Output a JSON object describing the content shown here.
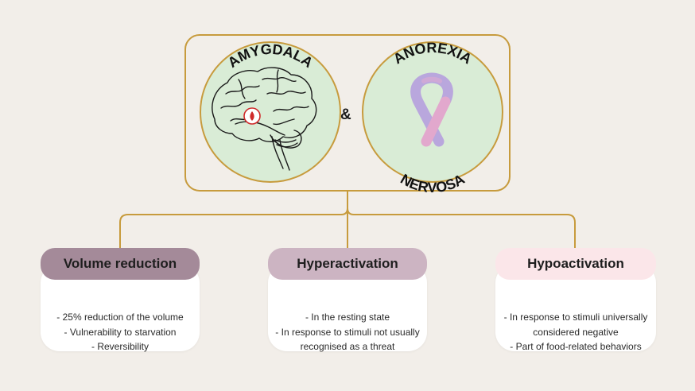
{
  "top_panel": {
    "left_circle_label": "AMYGDALA",
    "right_circle_label_top": "ANOREXIA",
    "right_circle_label_bottom": "NERVOSA",
    "connector": "&"
  },
  "colors": {
    "background": "#f2eee9",
    "gold_border": "#c79b3d",
    "circle_fill": "#d9ecd6",
    "pill_1": "#a48a99",
    "pill_2": "#ccb4c2",
    "pill_3": "#fbe6e9",
    "ribbon_left": "#b9a7dd",
    "ribbon_right": "#e2a8cd",
    "amygdala_marker": "#d02a2a"
  },
  "icons": {
    "left_circle": "brain-icon",
    "right_circle": "awareness-ribbon-icon"
  },
  "cards": [
    {
      "title": "Volume reduction",
      "lines": [
        "- 25% reduction of the volume",
        "- Vulnerability to starvation",
        "- Reversibility"
      ]
    },
    {
      "title": "Hyperactivation",
      "lines": [
        "- In the resting state",
        "- In response to stimuli not usually",
        "recognised as a threat"
      ]
    },
    {
      "title": "Hypoactivation",
      "lines": [
        "- In response to stimuli universally",
        "considered negative",
        "- Part of food-related behaviors"
      ]
    }
  ]
}
